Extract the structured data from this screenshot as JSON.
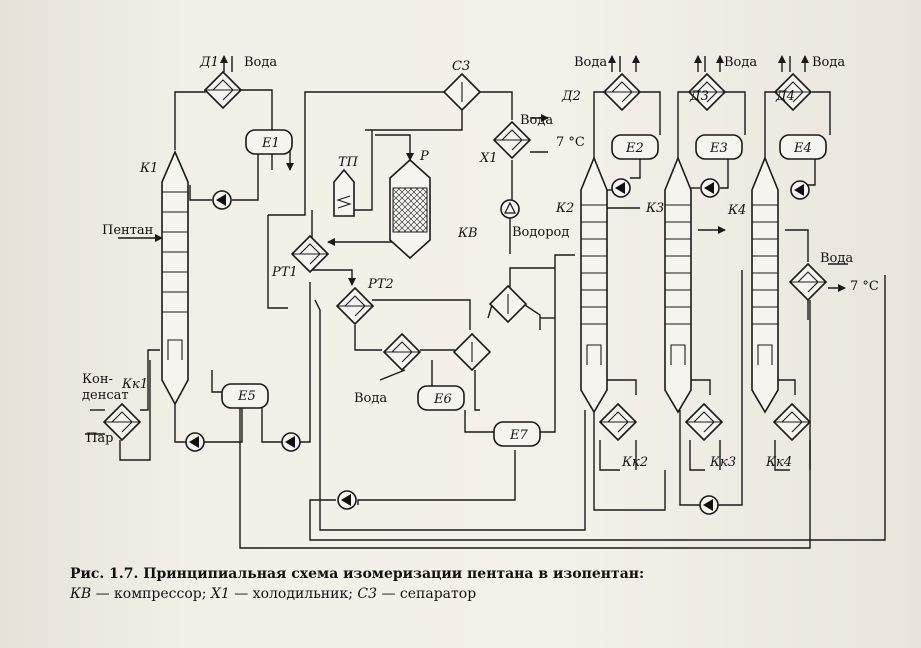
{
  "labels": {
    "d1": "Д1",
    "d2": "Д2",
    "d3": "Д3",
    "d4": "Д4",
    "voda": "Вода",
    "c3": "С3",
    "e1": "Е1",
    "e2": "Е2",
    "e3": "Е3",
    "e4": "Е4",
    "e5": "Е5",
    "e6": "Е6",
    "e7": "Е7",
    "k1": "К1",
    "k2": "К2",
    "k3": "К3",
    "k4": "К4",
    "tp": "ТП",
    "p": "Р",
    "x1": "Х1",
    "kv": "КВ",
    "rt1": "РТ1",
    "rt2": "РТ2",
    "pentan": "Пентан",
    "kon": "Кон-",
    "densat": "денсат",
    "par": "Пар",
    "kk1": "Кк1",
    "kk2": "Кк2",
    "kk3": "Кк3",
    "kk4": "Кк4",
    "vodorod": "Водород",
    "t7": "7 °С"
  },
  "caption": {
    "title": "Рис. 1.7. Принципиальная схема изомеризации пентана в изопентан:",
    "kv_abbr": "КВ",
    "kv_text": " — компрессор; ",
    "x1_abbr": "Х1",
    "x1_text": " — холодильник; ",
    "c3_abbr": "С3",
    "c3_text": " — сепаратор"
  }
}
